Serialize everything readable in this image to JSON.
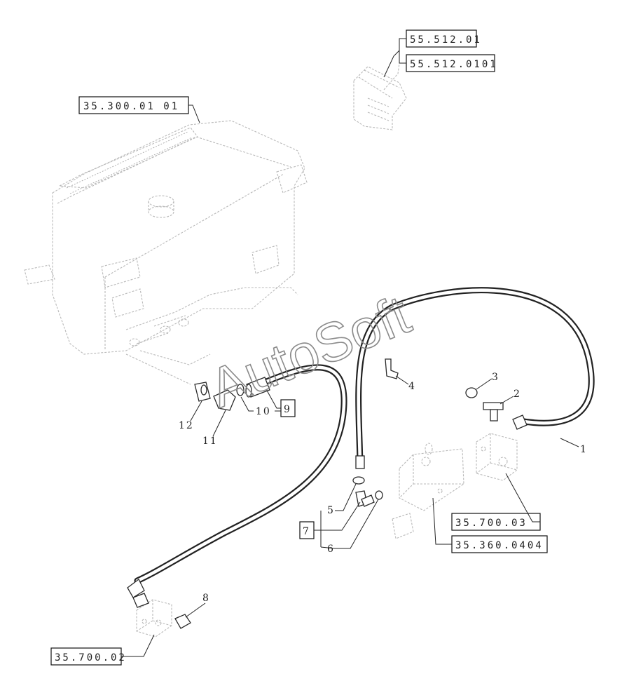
{
  "references": {
    "r55_512_01": "55.512.01",
    "r55_512_0101": "55.512.0101",
    "r35_300_01_01": "35.300.01 01",
    "r35_700_03": "35.700.03",
    "r35_360_0404": "35.360.0404",
    "r35_700_02": "35.700.02"
  },
  "callouts": {
    "n1": "1",
    "n2": "2",
    "n3": "3",
    "n4": "4",
    "n5": "5",
    "n6": "6",
    "n7": "7",
    "n8": "8",
    "n9": "9",
    "n10": "10",
    "n11": "11",
    "n12": "12"
  },
  "watermark": "AutoSoft"
}
